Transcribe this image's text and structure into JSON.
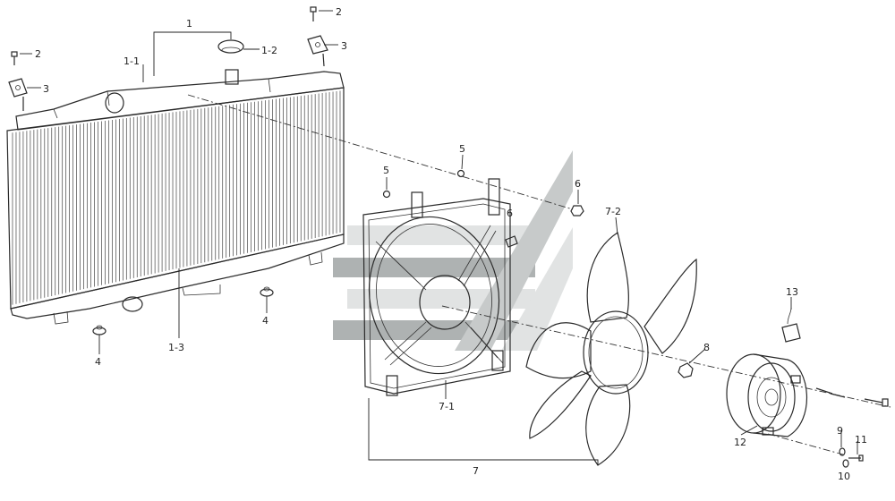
{
  "labels": {
    "p1": "1",
    "p1_1": "1-1",
    "p1_2": "1-2",
    "p1_3": "1-3",
    "p2a": "2",
    "p2b": "2",
    "p3a": "3",
    "p3b": "3",
    "p4a": "4",
    "p4b": "4",
    "p5a": "5",
    "p5b": "5",
    "p6a": "6",
    "p6b": "6",
    "p7": "7",
    "p7_1": "7-1",
    "p7_2": "7-2",
    "p8": "8",
    "p9": "9",
    "p10": "10",
    "p11": "11",
    "p12": "12",
    "p13": "13"
  },
  "colors": {
    "line": "#2a2a2a",
    "watermark_dark": "#6d7474",
    "watermark_light": "#c9cdcd"
  }
}
